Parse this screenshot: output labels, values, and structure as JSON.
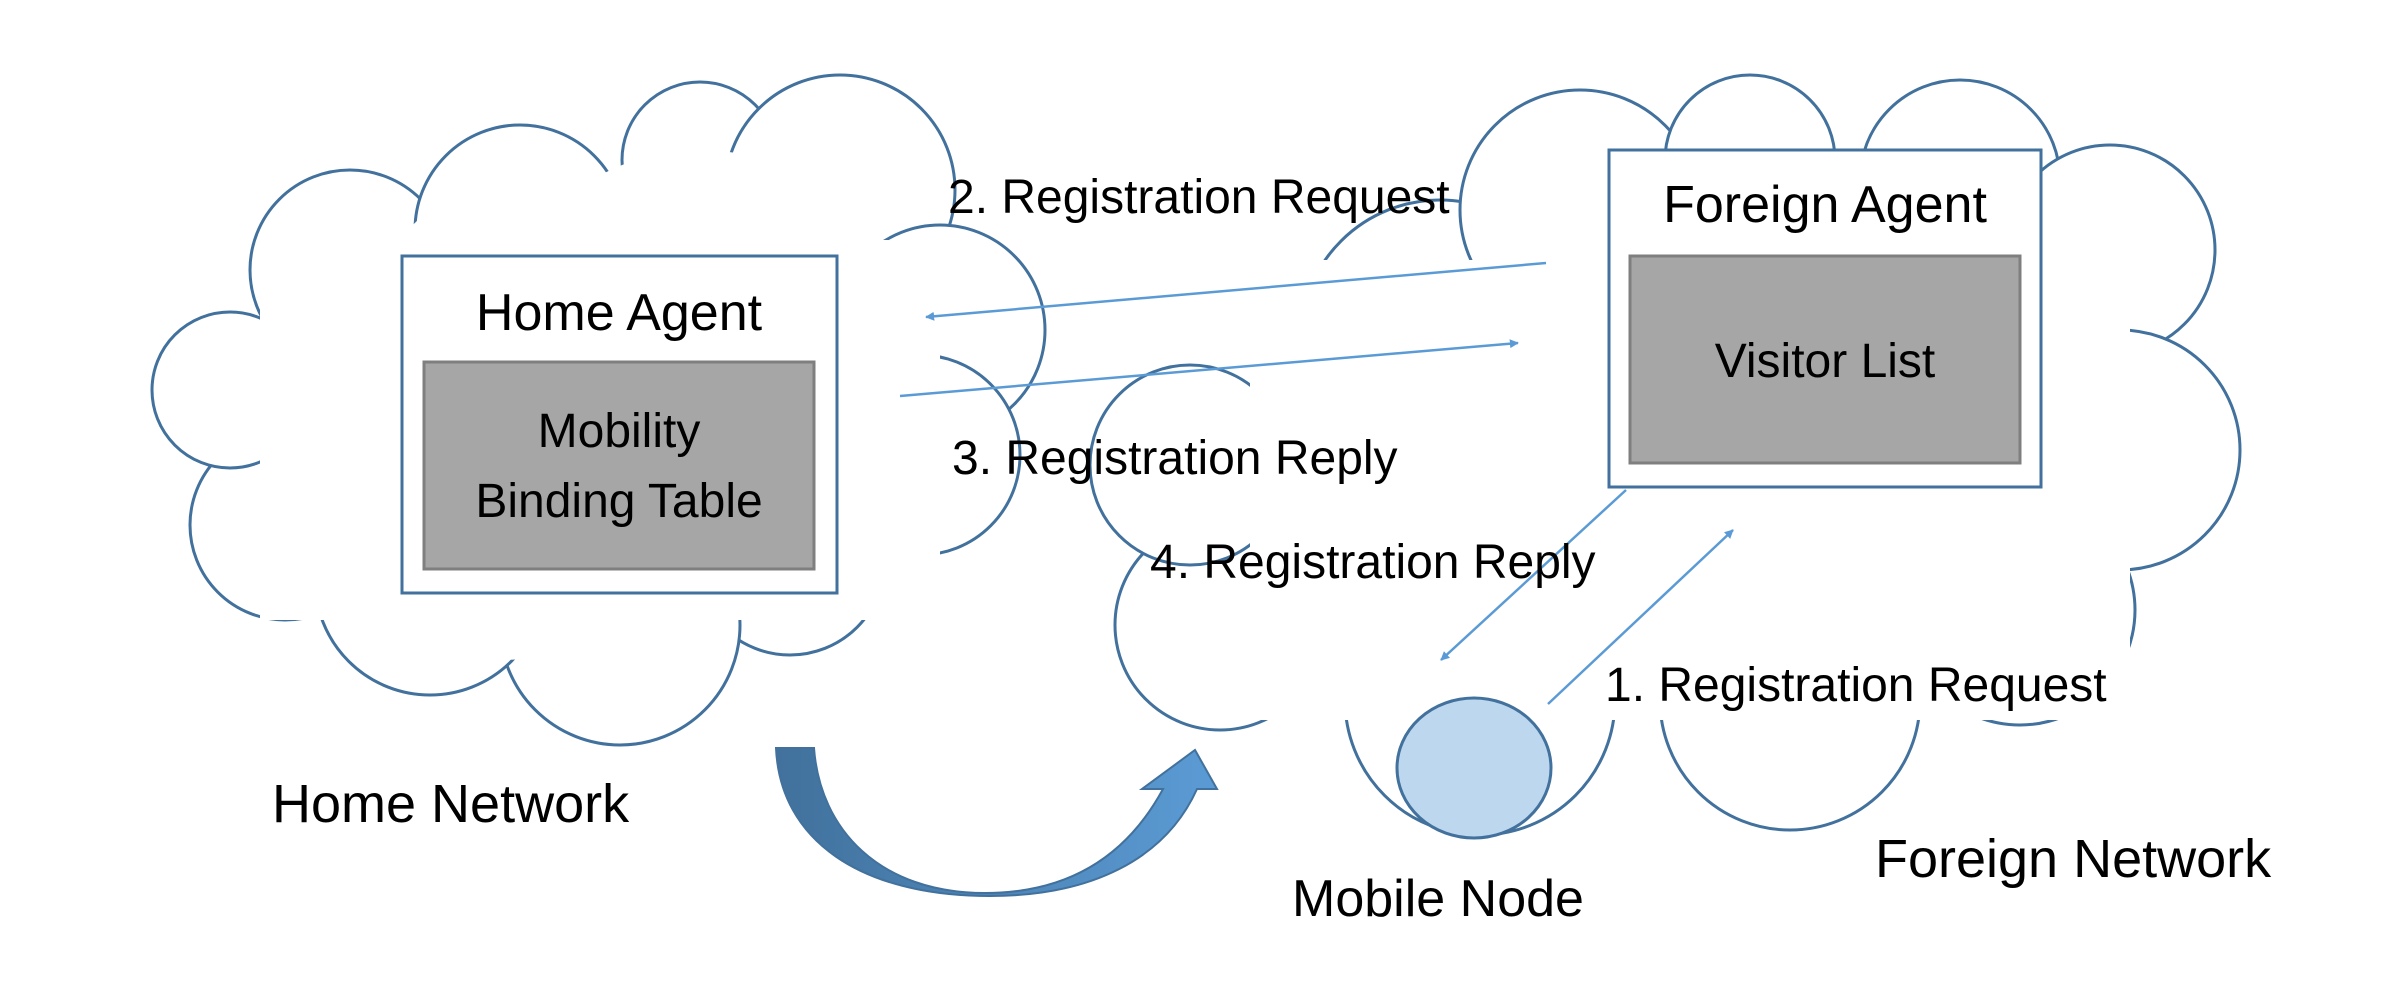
{
  "colors": {
    "cloud_stroke": "#41719C",
    "agent_box_stroke": "#41719C",
    "inner_box_fill": "#A6A6A6",
    "inner_box_stroke": "#7F7F7F",
    "message_arrow": "#5B9BD5",
    "mobile_node_fill": "#BDD7EE",
    "mobile_node_stroke": "#41719C",
    "move_arrow_dark": "#41719C",
    "move_arrow_light": "#5B9BD5"
  },
  "networks": {
    "home": {
      "label": "Home Network"
    },
    "foreign": {
      "label": "Foreign Network"
    }
  },
  "home_agent": {
    "title": "Home Agent",
    "table_line1": "Mobility",
    "table_line2": "Binding Table"
  },
  "foreign_agent": {
    "title": "Foreign Agent",
    "list_label": "Visitor List"
  },
  "mobile_node": {
    "label": "Mobile Node",
    "icon": "ellipse-node-icon"
  },
  "messages": [
    {
      "step": "1. Registration Request"
    },
    {
      "step": "2. Registration Request"
    },
    {
      "step": "3. Registration Reply"
    },
    {
      "step": "4. Registration Reply"
    }
  ],
  "movement_arrow": {
    "icon": "curved-move-arrow-icon"
  }
}
